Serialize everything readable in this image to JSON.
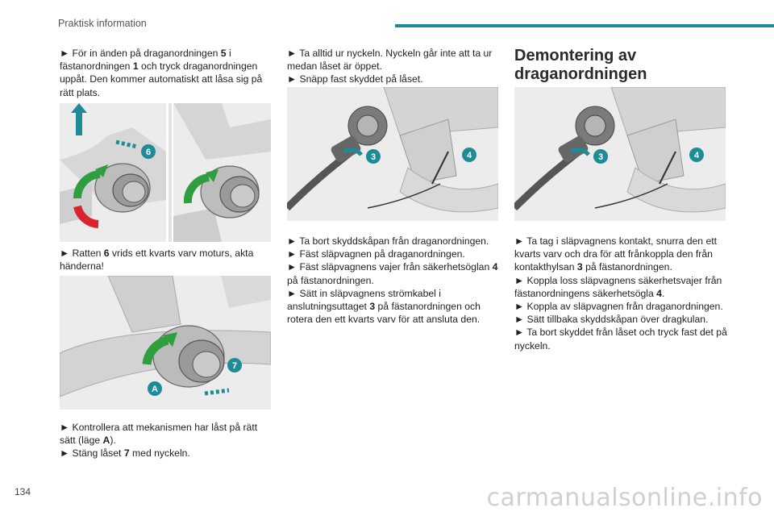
{
  "header": {
    "section": "Praktisk information",
    "bar_color": "#1f8b95"
  },
  "page_number": "134",
  "footer": "carmanualsonline.info",
  "col1": {
    "p1": {
      "arrow": "►",
      "t1": " För in änden på draganordningen ",
      "b1": "5",
      "t2": " i fästanordningen ",
      "b2": "1",
      "t3": " och tryck draganordningen uppåt. Den kommer automatiskt att låsa sig på rätt plats."
    },
    "fig1_callout": "6",
    "p2": {
      "arrow": "►",
      "t1": " Ratten ",
      "b1": "6",
      "t2": " vrids ett kvarts varv moturs, akta händerna!"
    },
    "fig2_callouts": [
      "7",
      "A"
    ],
    "p3": {
      "arrow": "►",
      "t1": " Kontrollera att mekanismen har låst på rätt sätt (läge ",
      "b1": "A",
      "t2": ")."
    },
    "p4": {
      "arrow": "►",
      "t1": " Stäng låset ",
      "b1": "7",
      "t2": " med nyckeln."
    }
  },
  "col2": {
    "p1": {
      "arrow": "►",
      "t1": " Ta alltid ur nyckeln. Nyckeln går inte att ta ur medan låset är öppet."
    },
    "p2": {
      "arrow": "►",
      "t1": " Snäpp fast skyddet på låset."
    },
    "fig_callouts": [
      "3",
      "4"
    ],
    "p3": {
      "arrow": "►",
      "t1": " Ta bort skyddskåpan från draganordningen."
    },
    "p4": {
      "arrow": "►",
      "t1": " Fäst släpvagnen på draganordningen."
    },
    "p5": {
      "arrow": "►",
      "t1": " Fäst släpvagnens vajer från säkerhetsöglan ",
      "b1": "4",
      "t2": " på fästanordningen."
    },
    "p6": {
      "arrow": "►",
      "t1": " Sätt in släpvagnens strömkabel i anslutningsuttaget ",
      "b1": "3",
      "t2": " på fästanordningen och rotera den ett kvarts varv för att ansluta den."
    }
  },
  "col3": {
    "title": "Demontering av draganordningen",
    "fig_callouts": [
      "3",
      "4"
    ],
    "p1": {
      "arrow": "►",
      "t1": " Ta tag i släpvagnens kontakt, snurra den ett kvarts varv och dra för att frånkoppla den från kontakthylsan ",
      "b1": "3",
      "t2": " på fästanordningen."
    },
    "p2": {
      "arrow": "►",
      "t1": " Koppla loss släpvagnens säkerhetsvajer från fästanordningens säkerhetsögla ",
      "b1": "4",
      "t2": "."
    },
    "p3": {
      "arrow": "►",
      "t1": " Koppla av släpvagnen från draganordningen."
    },
    "p4": {
      "arrow": "►",
      "t1": " Sätt tillbaka skyddskåpan över dragkulan."
    },
    "p5": {
      "arrow": "►",
      "t1": " Ta bort skyddet från låset och tryck fast det på nyckeln."
    }
  },
  "colors": {
    "accent": "#1f8b95",
    "arrow_green": "#2e9e3e",
    "arrow_red": "#d9232d",
    "callout": "#1f8b95"
  }
}
